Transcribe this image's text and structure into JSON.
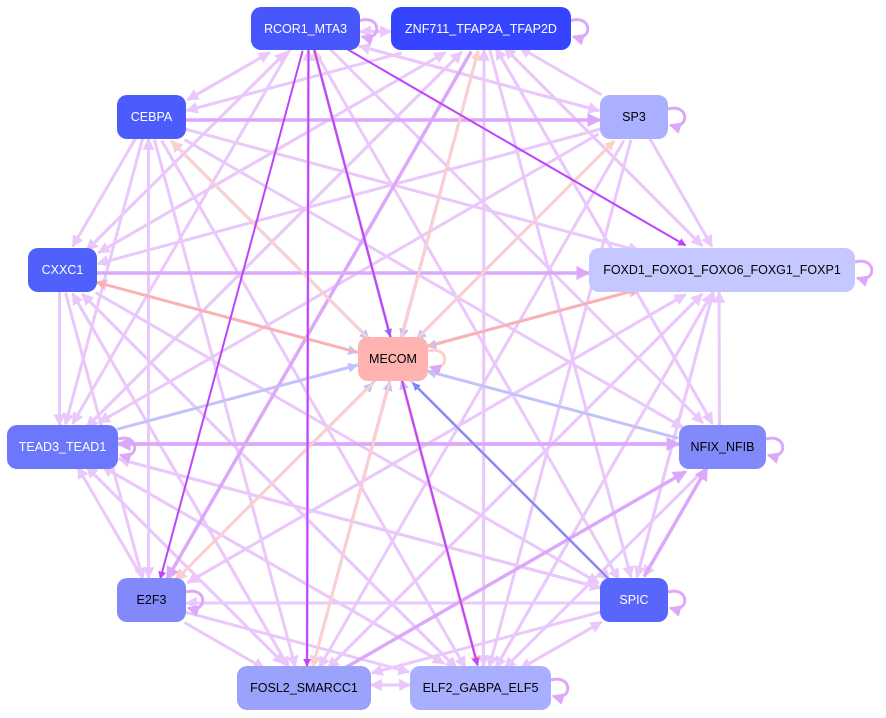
{
  "nodes": [
    {
      "id": "RCOR1_MTA3",
      "label": "RCOR1_MTA3",
      "fill": "#4857fc",
      "text": "#ffffff"
    },
    {
      "id": "ZNF711",
      "label": "ZNF711_TFAP2A_TFAP2D",
      "fill": "#3545ff",
      "text": "#ffffff"
    },
    {
      "id": "CEBPA",
      "label": "CEBPA",
      "fill": "#4c5bfb",
      "text": "#ffffff"
    },
    {
      "id": "SP3",
      "label": "SP3",
      "fill": "#aab0ff",
      "text": "#000000"
    },
    {
      "id": "CXXC1",
      "label": "CXXC1",
      "fill": "#5060fb",
      "text": "#ffffff"
    },
    {
      "id": "FOXD1",
      "label": "FOXD1_FOXO1_FOXO6_FOXG1_FOXP1",
      "fill": "#c5c8ff",
      "text": "#000000"
    },
    {
      "id": "MECOM",
      "label": "MECOM",
      "fill": "#ffb3b0",
      "text": "#000000"
    },
    {
      "id": "TEAD3",
      "label": "TEAD3_TEAD1",
      "fill": "#6c78fb",
      "text": "#ffffff"
    },
    {
      "id": "NFIX",
      "label": "NFIX_NFIB",
      "fill": "#828afb",
      "text": "#000000"
    },
    {
      "id": "E2F3",
      "label": "E2F3",
      "fill": "#8189fb",
      "text": "#000000"
    },
    {
      "id": "SPIC",
      "label": "SPIC",
      "fill": "#5866fb",
      "text": "#ffffff"
    },
    {
      "id": "FOSL2",
      "label": "FOSL2_SMARCC1",
      "fill": "#9ba2fb",
      "text": "#000000"
    },
    {
      "id": "ELF2",
      "label": "ELF2_GABPA_ELF5",
      "fill": "#a9afff",
      "text": "#000000"
    }
  ],
  "edge_colors": {
    "light": "#eac8fb",
    "mid": "#dca8fa",
    "strong": "#be44fb",
    "blue": "#7a88f2",
    "paleblue": "#bcc4fb",
    "salmon": "#ffb0a8",
    "peach": "#ffd0c8"
  },
  "edges": [
    [
      "RCOR1_MTA3",
      "FOXD1",
      "strong"
    ],
    [
      "RCOR1_MTA3",
      "E2F3",
      "strong"
    ],
    [
      "RCOR1_MTA3",
      "FOSL2",
      "strong"
    ],
    [
      "RCOR1_MTA3",
      "ELF2",
      "strong"
    ],
    [
      "RCOR1_MTA3",
      "MECOM",
      "blue"
    ],
    [
      "MECOM",
      "RCOR1_MTA3",
      "peach"
    ],
    [
      "MECOM",
      "ZNF711",
      "peach"
    ],
    [
      "ZNF711",
      "MECOM",
      "paleblue"
    ],
    [
      "CEBPA",
      "MECOM",
      "paleblue"
    ],
    [
      "MECOM",
      "CEBPA",
      "peach"
    ],
    [
      "SP3",
      "MECOM",
      "paleblue"
    ],
    [
      "MECOM",
      "SP3",
      "peach"
    ],
    [
      "MECOM",
      "CXXC1",
      "salmon"
    ],
    [
      "CXXC1",
      "MECOM",
      "paleblue"
    ],
    [
      "MECOM",
      "FOXD1",
      "salmon"
    ],
    [
      "FOXD1",
      "MECOM",
      "paleblue"
    ],
    [
      "TEAD3",
      "MECOM",
      "paleblue"
    ],
    [
      "NFIX",
      "MECOM",
      "paleblue"
    ],
    [
      "SPIC",
      "MECOM",
      "blue"
    ],
    [
      "MECOM",
      "E2F3",
      "peach"
    ],
    [
      "E2F3",
      "MECOM",
      "paleblue"
    ],
    [
      "MECOM",
      "FOSL2",
      "peach"
    ],
    [
      "FOSL2",
      "MECOM",
      "paleblue"
    ],
    [
      "MECOM",
      "ELF2",
      "salmon"
    ],
    [
      "ELF2",
      "MECOM",
      "paleblue"
    ],
    [
      "TEAD3",
      "NFIX",
      "mid"
    ],
    [
      "NFIX",
      "TEAD3",
      "mid"
    ],
    [
      "CEBPA",
      "SP3",
      "mid"
    ],
    [
      "CXXC1",
      "FOXD1",
      "mid"
    ],
    [
      "ZNF711",
      "E2F3",
      "mid"
    ],
    [
      "ZNF711",
      "FOSL2",
      "light"
    ],
    [
      "ZNF711",
      "ELF2",
      "light"
    ],
    [
      "ZNF711",
      "CEBPA",
      "light"
    ],
    [
      "ZNF711",
      "CXXC1",
      "light"
    ],
    [
      "ZNF711",
      "TEAD3",
      "light"
    ],
    [
      "ZNF711",
      "FOXD1",
      "light"
    ],
    [
      "ZNF711",
      "SPIC",
      "light"
    ],
    [
      "ZNF711",
      "NFIX",
      "light"
    ],
    [
      "RCOR1_MTA3",
      "CEBPA",
      "light"
    ],
    [
      "RCOR1_MTA3",
      "CXXC1",
      "light"
    ],
    [
      "RCOR1_MTA3",
      "TEAD3",
      "light"
    ],
    [
      "RCOR1_MTA3",
      "SPIC",
      "light"
    ],
    [
      "RCOR1_MTA3",
      "NFIX",
      "light"
    ],
    [
      "RCOR1_MTA3",
      "SP3",
      "light"
    ],
    [
      "RCOR1_MTA3",
      "ZNF711",
      "light"
    ],
    [
      "ZNF711",
      "RCOR1_MTA3",
      "light"
    ],
    [
      "CEBPA",
      "FOXD1",
      "light"
    ],
    [
      "CEBPA",
      "NFIX",
      "light"
    ],
    [
      "CEBPA",
      "SPIC",
      "light"
    ],
    [
      "CEBPA",
      "ELF2",
      "light"
    ],
    [
      "CEBPA",
      "FOSL2",
      "light"
    ],
    [
      "CEBPA",
      "E2F3",
      "light"
    ],
    [
      "CEBPA",
      "CXXC1",
      "light"
    ],
    [
      "CEBPA",
      "TEAD3",
      "light"
    ],
    [
      "CEBPA",
      "RCOR1_MTA3",
      "light"
    ],
    [
      "SP3",
      "ZNF711",
      "light"
    ],
    [
      "SP3",
      "RCOR1_MTA3",
      "light"
    ],
    [
      "SP3",
      "FOXD1",
      "light"
    ],
    [
      "SP3",
      "CXXC1",
      "light"
    ],
    [
      "SP3",
      "E2F3",
      "light"
    ],
    [
      "SP3",
      "FOSL2",
      "light"
    ],
    [
      "SP3",
      "ELF2",
      "light"
    ],
    [
      "SP3",
      "TEAD3",
      "light"
    ],
    [
      "CXXC1",
      "ZNF711",
      "light"
    ],
    [
      "CXXC1",
      "RCOR1_MTA3",
      "light"
    ],
    [
      "CXXC1",
      "TEAD3",
      "light"
    ],
    [
      "CXXC1",
      "E2F3",
      "light"
    ],
    [
      "CXXC1",
      "FOSL2",
      "light"
    ],
    [
      "CXXC1",
      "SPIC",
      "light"
    ],
    [
      "CXXC1",
      "ELF2",
      "light"
    ],
    [
      "FOXD1",
      "ZNF711",
      "light"
    ],
    [
      "FOXD1",
      "FOSL2",
      "light"
    ],
    [
      "FOXD1",
      "ELF2",
      "light"
    ],
    [
      "FOXD1",
      "SPIC",
      "light"
    ],
    [
      "FOXD1",
      "E2F3",
      "light"
    ],
    [
      "TEAD3",
      "FOXD1",
      "light"
    ],
    [
      "TEAD3",
      "ZNF711",
      "light"
    ],
    [
      "TEAD3",
      "FOSL2",
      "light"
    ],
    [
      "TEAD3",
      "ELF2",
      "light"
    ],
    [
      "TEAD3",
      "SPIC",
      "light"
    ],
    [
      "NFIX",
      "FOXD1",
      "light"
    ],
    [
      "NFIX",
      "SPIC",
      "light"
    ],
    [
      "NFIX",
      "ELF2",
      "light"
    ],
    [
      "NFIX",
      "CXXC1",
      "light"
    ],
    [
      "NFIX",
      "ZNF711",
      "light"
    ],
    [
      "E2F3",
      "TEAD3",
      "light"
    ],
    [
      "E2F3",
      "FOSL2",
      "light"
    ],
    [
      "E2F3",
      "ELF2",
      "light"
    ],
    [
      "E2F3",
      "FOXD1",
      "light"
    ],
    [
      "E2F3",
      "CEBPA",
      "light"
    ],
    [
      "SPIC",
      "E2F3",
      "light"
    ],
    [
      "SPIC",
      "FOSL2",
      "light"
    ],
    [
      "SPIC",
      "ELF2",
      "light"
    ],
    [
      "SPIC",
      "CEBPA",
      "light"
    ],
    [
      "SPIC",
      "TEAD3",
      "light"
    ],
    [
      "SPIC",
      "FOXD1",
      "light"
    ],
    [
      "SPIC",
      "NFIX",
      "mid"
    ],
    [
      "FOSL2",
      "ELF2",
      "light"
    ],
    [
      "ELF2",
      "FOSL2",
      "light"
    ],
    [
      "FOSL2",
      "NFIX",
      "mid"
    ],
    [
      "FOSL2",
      "FOXD1",
      "light"
    ],
    [
      "FOSL2",
      "TEAD3",
      "light"
    ],
    [
      "ELF2",
      "SPIC",
      "light"
    ],
    [
      "ELF2",
      "FOXD1",
      "light"
    ],
    [
      "ELF2",
      "TEAD3",
      "light"
    ],
    [
      "ELF2",
      "ZNF711",
      "light"
    ],
    [
      "ELF2",
      "RCOR1_MTA3",
      "light"
    ],
    [
      "FOSL2",
      "RCOR1_MTA3",
      "light"
    ],
    [
      "FOSL2",
      "CXXC1",
      "light"
    ],
    [
      "ELF2",
      "CXXC1",
      "light"
    ]
  ],
  "self_loops": [
    "RCOR1_MTA3",
    "ZNF711",
    "SP3",
    "FOXD1",
    "MECOM",
    "NFIX",
    "E2F3",
    "SPIC",
    "ELF2",
    "TEAD3"
  ]
}
